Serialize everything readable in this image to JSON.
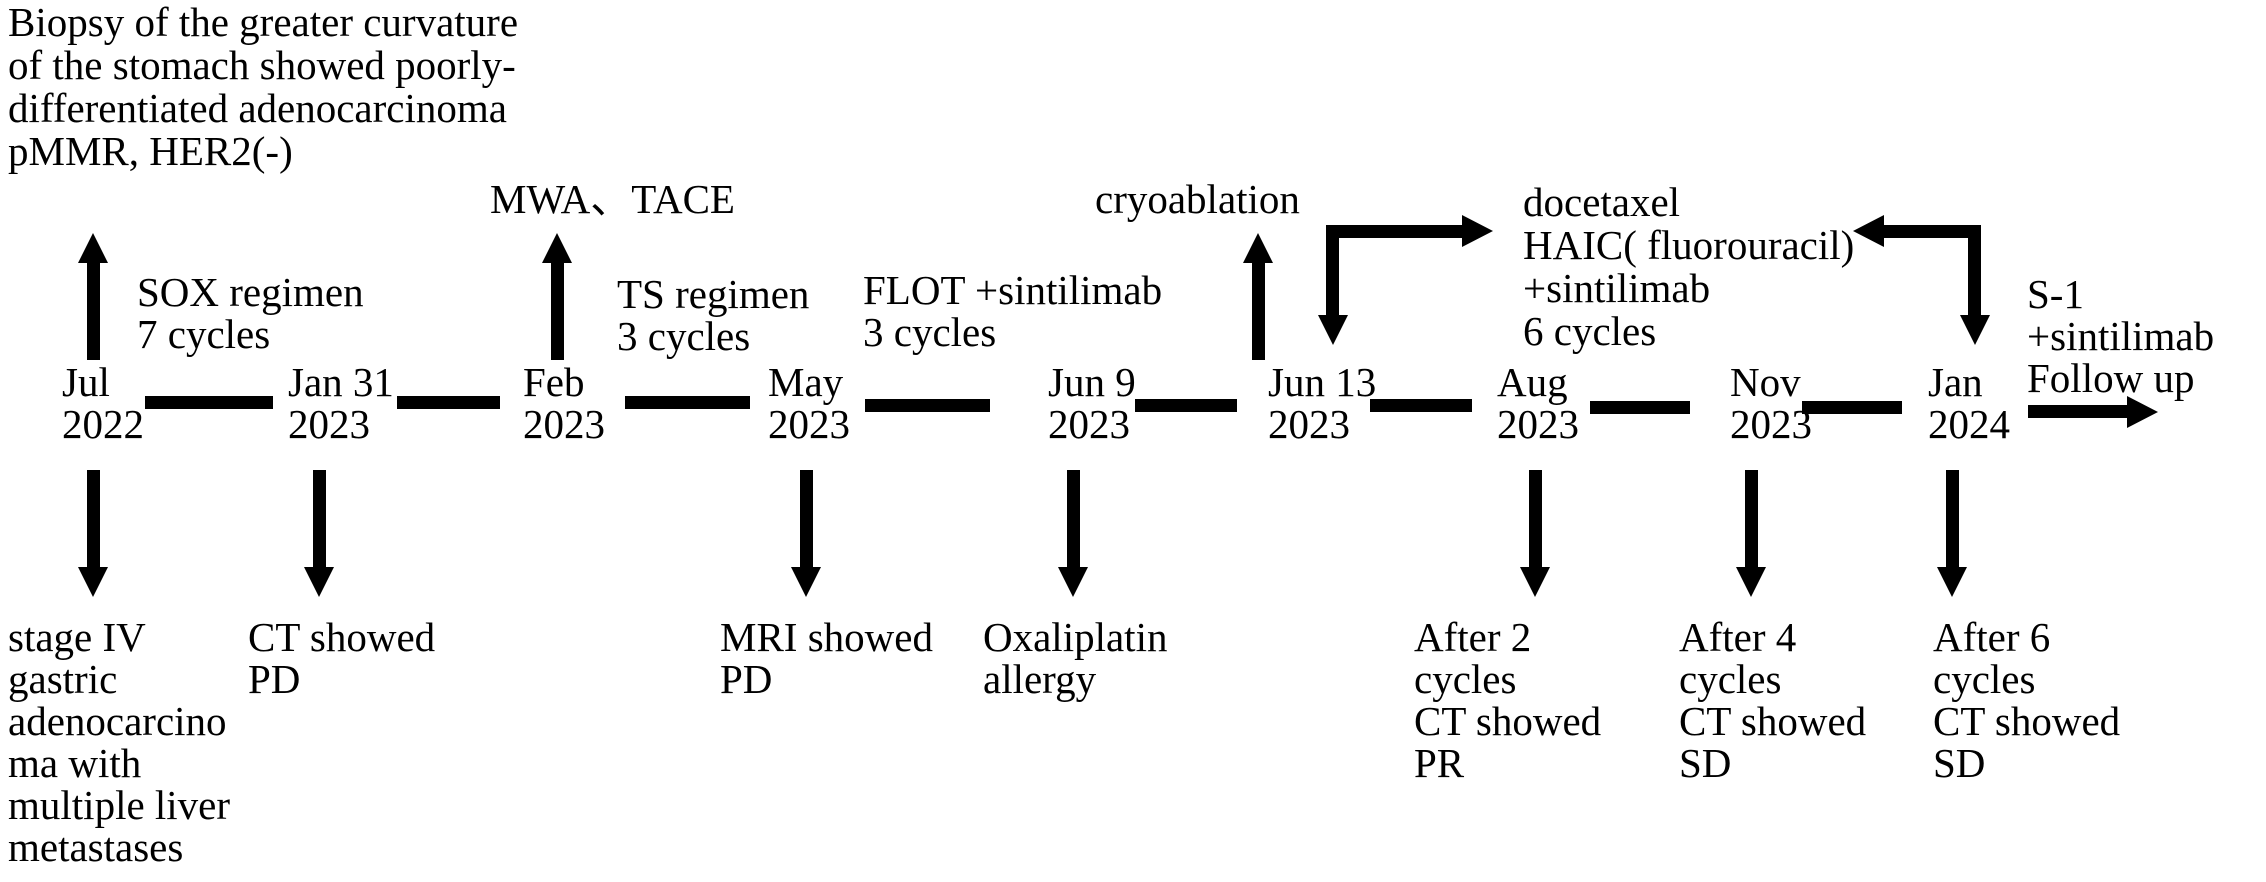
{
  "figure": {
    "description": "Treatment timeline of a gastric cancer patient",
    "background_color": "#ffffff",
    "ink_color": "#000000"
  },
  "notes": {
    "biopsy": "Biopsy of the greater curvature\nof the stomach showed poorly-\ndifferentiated adenocarcinoma\npMMR, HER2(-)"
  },
  "timeline": {
    "nodes": [
      {
        "id": "jul-2022",
        "date": "Jul\n2022"
      },
      {
        "id": "jan-31-2023",
        "date": "Jan 31\n2023"
      },
      {
        "id": "feb-2023",
        "date": "Feb\n2023"
      },
      {
        "id": "may-2023",
        "date": "May\n2023"
      },
      {
        "id": "jun-9-2023",
        "date": "Jun 9\n2023"
      },
      {
        "id": "jun-13-2023",
        "date": "Jun 13\n2023"
      },
      {
        "id": "aug-2023",
        "date": "Aug\n2023"
      },
      {
        "id": "nov-2023",
        "date": "Nov\n2023"
      },
      {
        "id": "jan-2024",
        "date": "Jan\n2024"
      }
    ]
  },
  "treatments_above": [
    {
      "id": "sox-regimen",
      "text": "SOX regimen\n7 cycles"
    },
    {
      "id": "mwa-tace",
      "text": "MWA、TACE"
    },
    {
      "id": "ts-regimen",
      "text": "TS regimen\n3 cycles"
    },
    {
      "id": "flot-sintilimab",
      "text": "FLOT +sintilimab\n3 cycles"
    },
    {
      "id": "cryoablation",
      "text": "cryoablation"
    },
    {
      "id": "docetaxel-haic",
      "text": "docetaxel\nHAIC( fluorouracil)\n+sintilimab\n6 cycles"
    },
    {
      "id": "s1-followup",
      "text": "S-1 +sintilimab\nFollow up"
    }
  ],
  "findings_below": [
    {
      "id": "stage-iv",
      "text": "stage IV\ngastric\nadenocarcino\nma with\nmultiple liver\nmetastases"
    },
    {
      "id": "ct-showed-pd",
      "text": "CT showed\nPD"
    },
    {
      "id": "mri-showed-pd",
      "text": "MRI showed\nPD"
    },
    {
      "id": "oxaliplatin-allergy",
      "text": "Oxaliplatin\nallergy"
    },
    {
      "id": "after-2-cycles",
      "text": "After 2\ncycles\nCT showed\nPR"
    },
    {
      "id": "after-4-cycles",
      "text": "After 4\ncycles\nCT showed\nSD"
    },
    {
      "id": "after-6-cycles",
      "text": "After 6\ncycles\nCT showed\nSD"
    }
  ]
}
